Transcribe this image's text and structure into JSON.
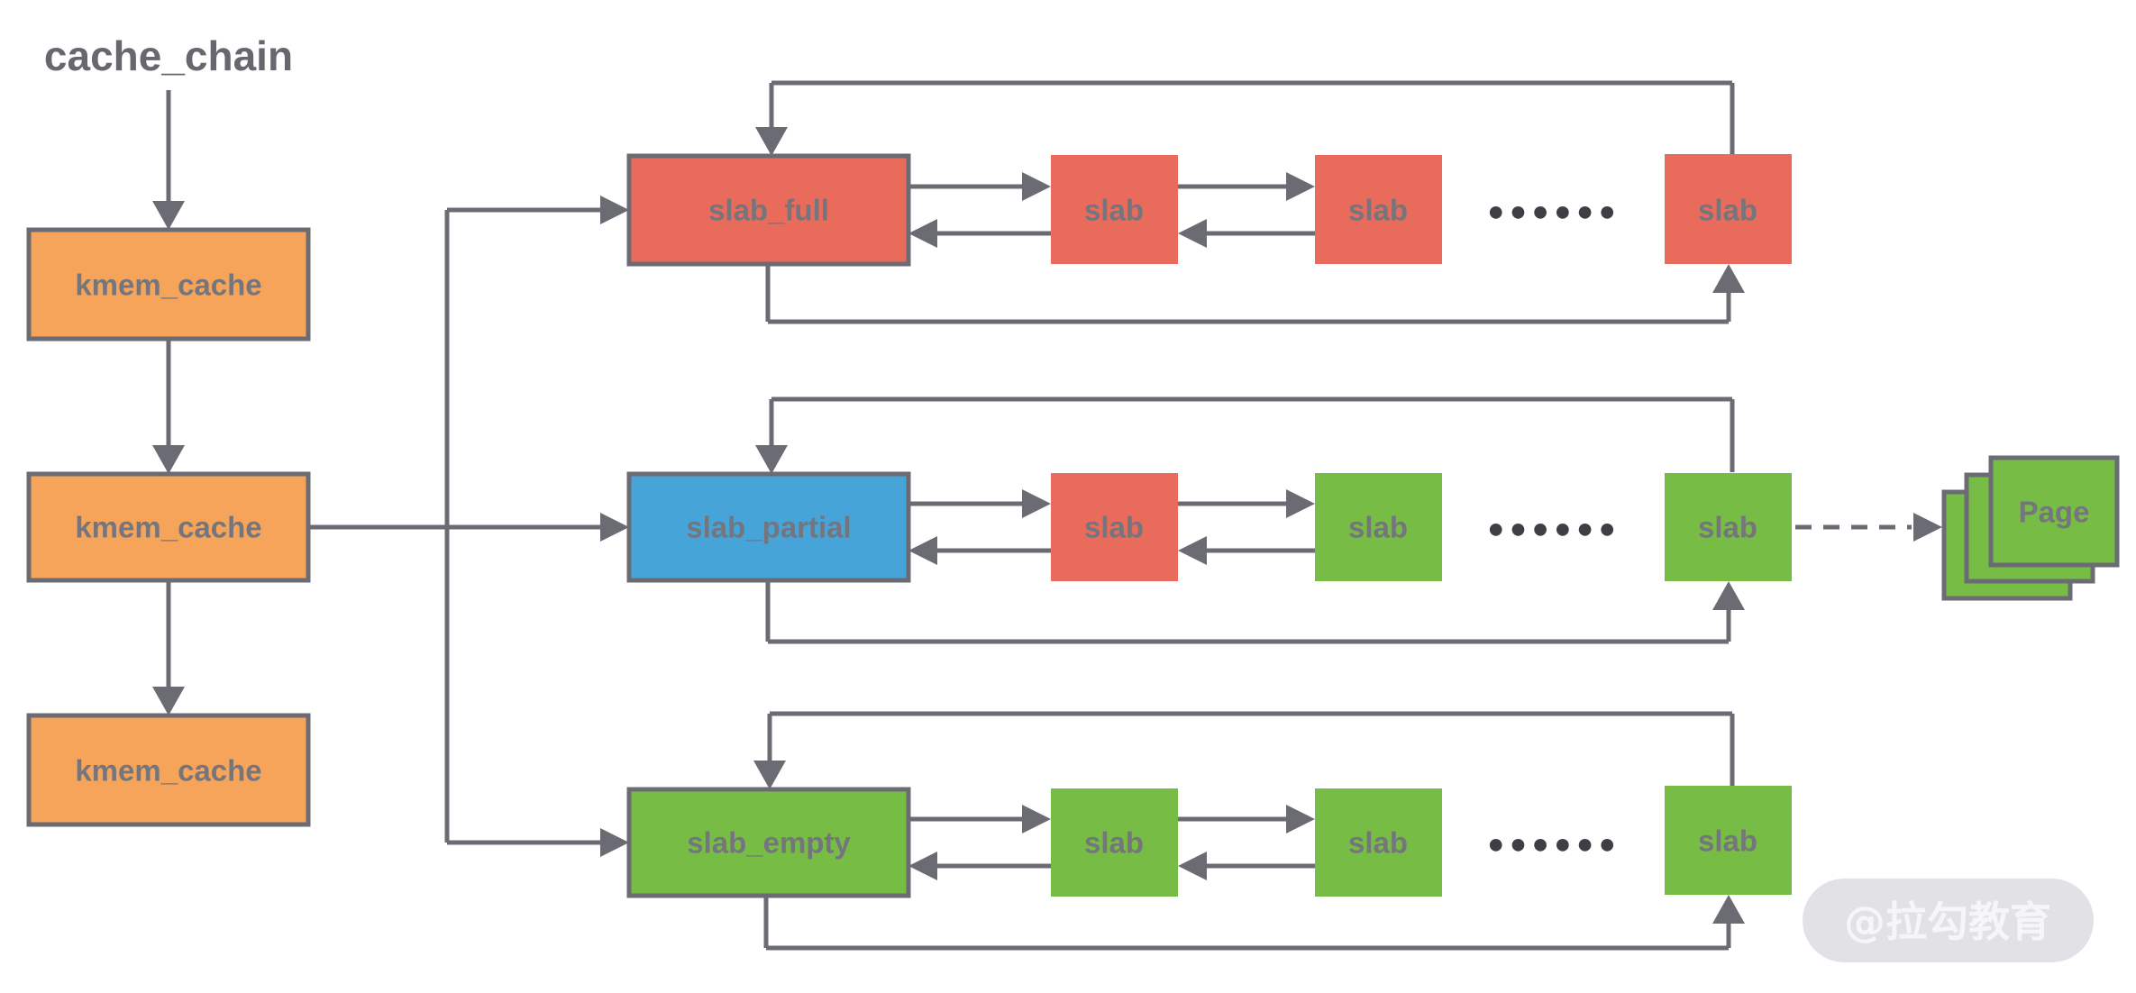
{
  "colors": {
    "orange": "#F5A45A",
    "red": "#E96B5B",
    "blue": "#47A4D8",
    "green": "#77BD45",
    "border": "#6B6B74",
    "line": "#6B6B74",
    "title_text": "#67676F",
    "box_text": "#75757D",
    "dots": "#3E3E44",
    "wm_bg": "#E0E0E4",
    "wm_text": "#F6F6F8"
  },
  "title": "cache_chain",
  "cache_chain": {
    "boxes": [
      {
        "label": "kmem_cache"
      },
      {
        "label": "kmem_cache"
      },
      {
        "label": "kmem_cache"
      }
    ]
  },
  "rows": [
    {
      "head": {
        "label": "slab_full"
      },
      "slabs": [
        {
          "label": "slab"
        },
        {
          "label": "slab"
        },
        {
          "label": "slab"
        }
      ],
      "dots": "●●●●●●"
    },
    {
      "head": {
        "label": "slab_partial"
      },
      "slabs": [
        {
          "label": "slab"
        },
        {
          "label": "slab"
        },
        {
          "label": "slab"
        }
      ],
      "dots": "●●●●●●"
    },
    {
      "head": {
        "label": "slab_empty"
      },
      "slabs": [
        {
          "label": "slab"
        },
        {
          "label": "slab"
        },
        {
          "label": "slab"
        }
      ],
      "dots": "●●●●●●"
    }
  ],
  "page_stack": {
    "label": "Page"
  },
  "watermark": {
    "text": "@拉勾教育"
  }
}
